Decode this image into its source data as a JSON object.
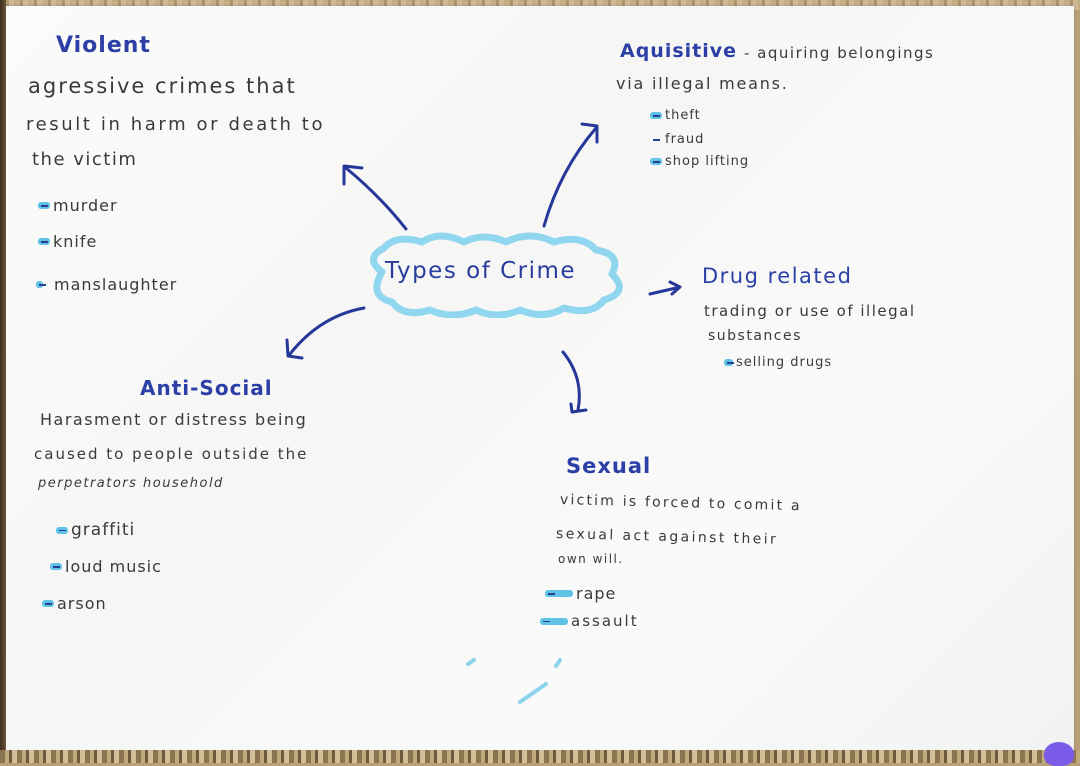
{
  "document": {
    "title": "Types of Crime",
    "type": "handwritten mind map"
  },
  "colors": {
    "heading_ink": "#2b3fa6",
    "body_ink": "#3a3a3a",
    "highlighter": "#5ec3e6",
    "cloud_outline": "#8fd6ee",
    "paper": "#f8f8f7"
  },
  "center": {
    "label": "Types of Crime"
  },
  "branches": {
    "violent": {
      "heading": "Violent",
      "description_lines": [
        "agressive crimes that",
        "result in harm or death to",
        "the victim"
      ],
      "examples": [
        "murder",
        "knife",
        "manslaughter"
      ]
    },
    "aquisitive": {
      "heading": "Aquisitive",
      "description_lines": [
        "- aquiring belongings",
        "via illegal means."
      ],
      "examples": [
        "theft",
        "fraud",
        "shop lifting"
      ]
    },
    "drug_related": {
      "heading": "Drug related",
      "description_lines": [
        "trading or use of illegal",
        "substances"
      ],
      "examples": [
        "selling drugs"
      ]
    },
    "anti_social": {
      "heading": "Anti-Social",
      "description_lines": [
        "Harasment or distress being",
        "caused to people outside the",
        "perpetrators household"
      ],
      "examples": [
        "graffiti",
        "loud music",
        "arson"
      ]
    },
    "sexual": {
      "heading": "Sexual",
      "description_lines": [
        "victim is forced to comit a",
        "sexual act against their",
        "own will."
      ],
      "examples": [
        "rape",
        "assault"
      ]
    }
  },
  "icons": {
    "arrow": "hand-drawn-arrow-icon",
    "cloud": "cloud-outline-icon"
  }
}
